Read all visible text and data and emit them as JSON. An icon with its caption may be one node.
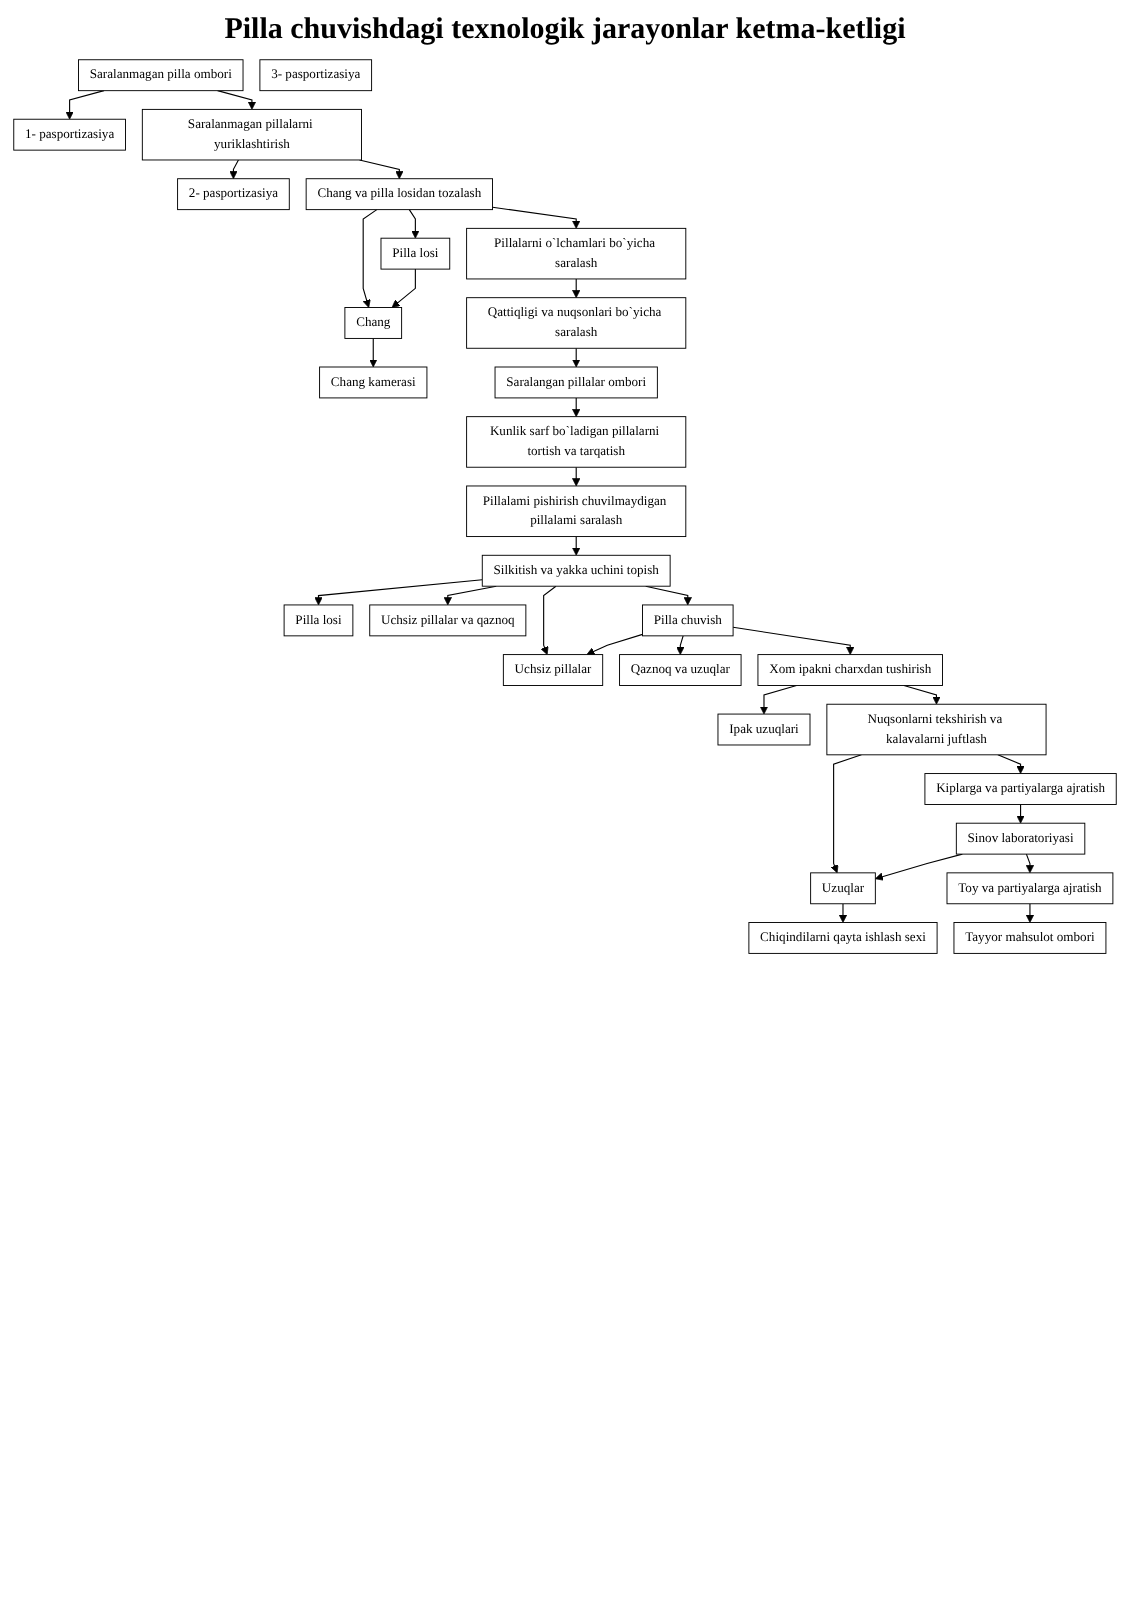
{
  "diagram": {
    "title": "Pilla chuvishdagi texnologik jarayonlar ketma-ketligi",
    "nodes": [
      {
        "text": [
          "1- pasportizasiya"
        ]
      },
      {
        "text": [
          "Saralanmagan pilla ombori"
        ]
      },
      {
        "text": [
          "2- pasportizasiya"
        ]
      },
      {
        "text": [
          "Saralanmagan pillalarni yuriklashtirish"
        ]
      },
      {
        "text": [
          "Pilla losi"
        ]
      },
      {
        "text": [
          "Chang va pilla losidan tozalash"
        ]
      },
      {
        "text": [
          "Chang"
        ]
      },
      {
        "text": [
          "Pillalarni o`lchamlari bo`yicha saralash"
        ]
      },
      {
        "text": [
          "Chang kamerasi"
        ]
      },
      {
        "text": [
          "Qattiqligi va nuqsonlari bo`yicha saralash"
        ]
      },
      {
        "text": [
          "3- pasportizasiya"
        ]
      },
      {
        "text": [
          "Saralangan pillalar ombori"
        ]
      },
      {
        "text": [
          "Kunlik sarf bo`ladigan pillalarni tortish va tarqatish"
        ]
      },
      {
        "text": [
          "Pillalami pishirish chuvilmaydigan pillalami saralash"
        ]
      },
      {
        "text": [
          "Pilla losi"
        ]
      },
      {
        "text": [
          "Silkitish va yakka uchini topish"
        ]
      },
      {
        "text": [
          "Uchsiz pillalar va qaznoq"
        ]
      },
      {
        "text": [
          "Pilla chuvish"
        ]
      },
      {
        "text": [
          "Uchsiz pillalar"
        ]
      },
      {
        "text": [
          "Qaznoq va uzuqlar"
        ]
      },
      {
        "text": [
          "Xom ipakni charxdan tushirish"
        ]
      },
      {
        "text": [
          "Ipak uzuqlari"
        ]
      },
      {
        "text": [
          "Nuqsonlarni tekshirish va kalavalarni juftlash"
        ]
      },
      {
        "text": [
          "Uzuqlar"
        ]
      },
      {
        "text": [
          "Kiplarga va partiyalarga ajratish"
        ]
      },
      {
        "text": [
          "Sinov laboratoriyasi"
        ]
      },
      {
        "text": [
          "Chiqindilarni qayta ishlash sexi"
        ]
      },
      {
        "text": [
          "Toy va partiyalarga ajratish"
        ]
      },
      {
        "text": [
          "Tayyor mahsulot ombori"
        ]
      }
    ],
    "edges": [
      {
        "from": 1,
        "to": 0,
        "arrow": "to"
      },
      {
        "from": 1,
        "to": 3,
        "arrow": "to"
      },
      {
        "from": 3,
        "to": 2,
        "arrow": "to"
      },
      {
        "from": 3,
        "to": 5,
        "arrow": "to"
      },
      {
        "from": 5,
        "to": 4,
        "arrow": "to"
      },
      {
        "from": 5,
        "to": 6,
        "arrow": "to"
      },
      {
        "from": 4,
        "to": 6,
        "arrow": "to"
      },
      {
        "from": 5,
        "to": 7,
        "arrow": "to"
      },
      {
        "from": 6,
        "to": 8,
        "arrow": "to"
      },
      {
        "from": 7,
        "to": 9,
        "arrow": "to"
      },
      {
        "from": 9,
        "to": 11,
        "arrow": "to"
      },
      {
        "from": 11,
        "to": 12,
        "arrow": "to"
      },
      {
        "from": 12,
        "to": 13,
        "arrow": "to"
      },
      {
        "from": 13,
        "to": 15,
        "arrow": "to"
      },
      {
        "from": 15,
        "to": 14,
        "arrow": "to"
      },
      {
        "from": 15,
        "to": 16,
        "arrow": "to"
      },
      {
        "from": 15,
        "to": 17,
        "arrow": "to"
      },
      {
        "from": 15,
        "to": 18,
        "arrow": "to"
      },
      {
        "from": 17,
        "to": 18,
        "arrow": "to"
      },
      {
        "from": 17,
        "to": 19,
        "arrow": "to"
      },
      {
        "from": 17,
        "to": 20,
        "arrow": "to"
      },
      {
        "from": 20,
        "to": 21,
        "arrow": "to"
      },
      {
        "from": 20,
        "to": 22,
        "arrow": "to"
      },
      {
        "from": 22,
        "to": 23,
        "arrow": "to"
      },
      {
        "from": 22,
        "to": 24,
        "arrow": "to"
      },
      {
        "from": 24,
        "to": 25,
        "arrow": "to"
      },
      {
        "from": 25,
        "to": 23,
        "arrow": "to"
      },
      {
        "from": 25,
        "to": 27,
        "arrow": "to"
      },
      {
        "from": 27,
        "to": 28,
        "arrow": "to"
      },
      {
        "from": 23,
        "to": 26,
        "arrow": "to"
      }
    ]
  }
}
